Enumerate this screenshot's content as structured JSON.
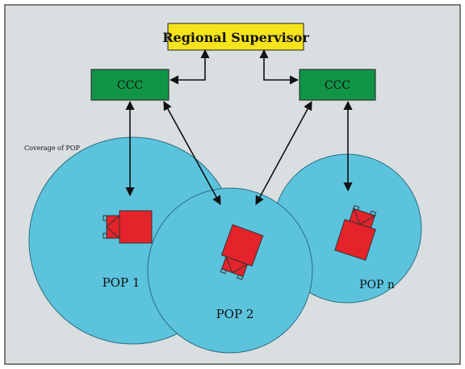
{
  "diagram": {
    "supervisor": {
      "label": "Regional Supervisor"
    },
    "ccc_left": {
      "label": "CCC"
    },
    "ccc_right": {
      "label": "CCC"
    },
    "coverage_label": "Coverage of POP",
    "pops": [
      {
        "label": "POP 1"
      },
      {
        "label": "POP 2"
      },
      {
        "label": "POP n"
      }
    ]
  },
  "colors": {
    "background": "#d9dee0",
    "supervisor_fill": "#f5e31c",
    "ccc_fill": "#119446",
    "coverage_fill": "#5cc3dd",
    "vehicle_fill": "#e4232a",
    "arrow": "#111111"
  }
}
